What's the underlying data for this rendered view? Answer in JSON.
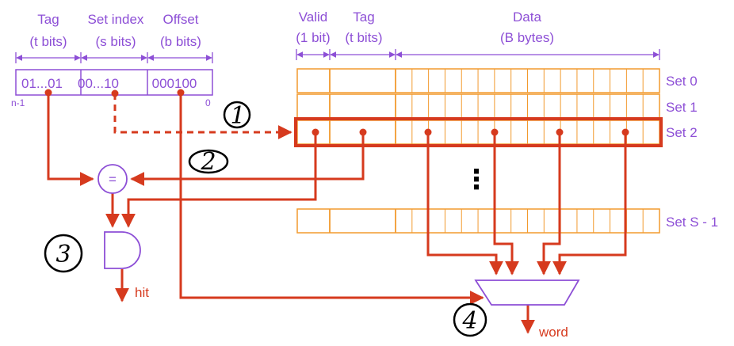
{
  "address": {
    "fields": [
      {
        "name": "Tag",
        "bits": "(t bits)",
        "value": "01...01"
      },
      {
        "name": "Set index",
        "bits": "(s bits)",
        "value": "00...10"
      },
      {
        "name": "Offset",
        "bits": "(b bits)",
        "value": "000100"
      }
    ],
    "msb_label": "n-1",
    "lsb_label": "0"
  },
  "cache": {
    "valid_label": "Valid",
    "valid_bits": "(1 bit)",
    "tag_label": "Tag",
    "tag_bits": "(t bits)",
    "data_label": "Data",
    "data_bytes": "(B bytes)",
    "sets": [
      "Set 0",
      "Set 1",
      "Set 2",
      "Set S - 1"
    ],
    "ellipsis": "⋮"
  },
  "comparator_label": "=",
  "hit_label": "hit",
  "word_label": "word",
  "steps": [
    "1",
    "2",
    "3",
    "4"
  ],
  "colors": {
    "purple": "#8d4fd6",
    "red": "#d63a1e",
    "orange": "#f29a2e"
  }
}
